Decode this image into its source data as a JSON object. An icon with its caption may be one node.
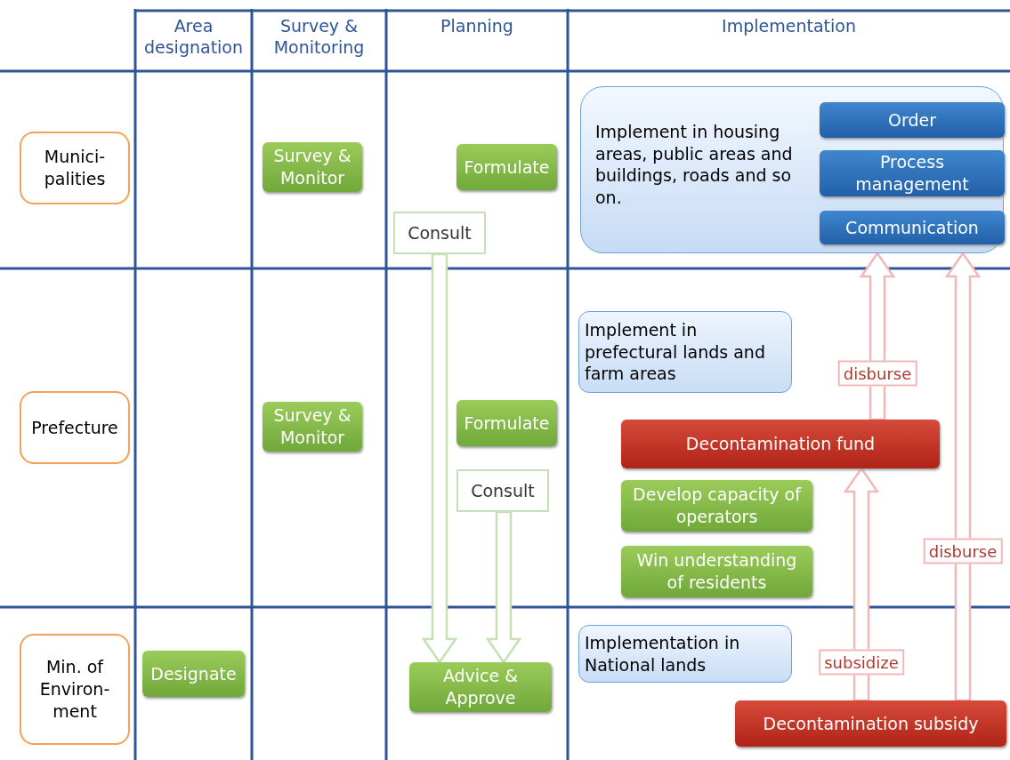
{
  "diagram": {
    "nodes": [
      {
        "text": [
          "Munici- palities"
        ]
      },
      {
        "text": [
          "Prefecture"
        ]
      },
      {
        "text": [
          "Min. of Environ- ment"
        ]
      },
      {
        "text": [
          "Survey & Monitor"
        ]
      },
      {
        "text": [
          "Formulate"
        ]
      },
      {
        "text": [
          "Implement in housing areas, public areas and buildings, roads and so on."
        ]
      },
      {
        "text": [
          "Order"
        ],
        "in": 5
      },
      {
        "text": [
          "Process management"
        ],
        "in": 5
      },
      {
        "text": [
          "Communication"
        ],
        "in": 5
      },
      {
        "text": [
          "Consult"
        ]
      },
      {
        "text": [
          "Survey & Monitor"
        ]
      },
      {
        "text": [
          "Formulate"
        ]
      },
      {
        "text": [
          "Implement in prefectural lands and farm areas"
        ]
      },
      {
        "text": [
          "Decontamination fund"
        ]
      },
      {
        "text": [
          "Consult"
        ]
      },
      {
        "text": [
          "Develop capacity of operators"
        ]
      },
      {
        "text": [
          "Win understanding of residents"
        ]
      },
      {
        "text": [
          "Designate"
        ]
      },
      {
        "text": [
          "Advice & Approve"
        ]
      },
      {
        "text": [
          "Implementation in National lands"
        ]
      },
      {
        "text": [
          "Decontamination subsidy"
        ]
      }
    ],
    "edges": [
      {
        "from": 9,
        "to": 18,
        "arrow": "to",
        "color": "#c5e0b4"
      },
      {
        "from": 14,
        "to": 18,
        "arrow": "to",
        "color": "#c5e0b4"
      },
      {
        "from": 13,
        "to": 5,
        "arrow": "to",
        "label": "disburse"
      },
      {
        "from": 20,
        "to": 13,
        "arrow": "to",
        "label": "subsidize"
      },
      {
        "from": 20,
        "to": 5,
        "arrow": "to",
        "label": "disburse"
      }
    ],
    "labels": [
      "Area designation",
      "Survey & Monitoring",
      "Planning",
      "Implementation"
    ]
  }
}
